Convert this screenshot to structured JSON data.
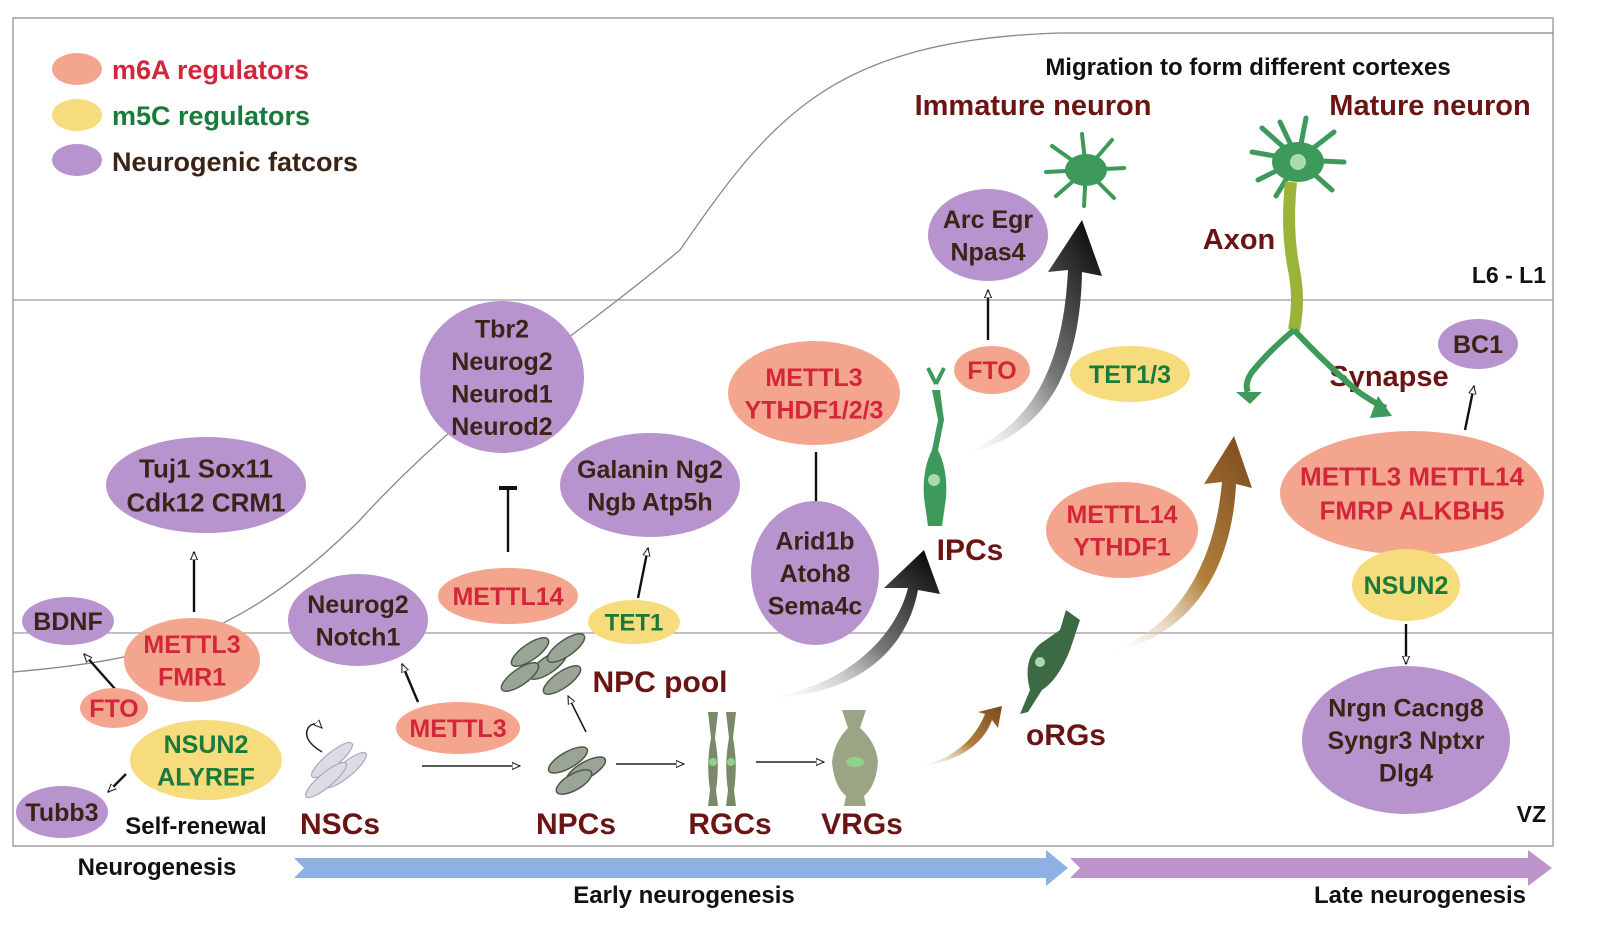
{
  "colors": {
    "m6a_fill": "#f4a58e",
    "m5c_fill": "#f6dc7c",
    "neuro_fill": "#b894cf",
    "m6a_text": "#d3263a",
    "m5c_text": "#1a7a3c",
    "neuro_text": "#3a2418",
    "title_text": "#6b1414",
    "early_arrow": "#8fb0e2",
    "late_arrow": "#bf94cc",
    "dark_arrow": "#111111",
    "brown_arrow": "#8a5a24",
    "neuron_green": "#3e9a5a",
    "axon_green": "#9ab43a"
  },
  "legend": [
    {
      "label": "m6A regulators",
      "kind": "m6a"
    },
    {
      "label": "m5C regulators",
      "kind": "m5c"
    },
    {
      "label": "Neurogenic fatcors",
      "kind": "neuro"
    }
  ],
  "layers": {
    "top": "L6 - L1",
    "bottom": "VZ"
  },
  "headers": {
    "migration": "Migration to form different cortexes",
    "immature": "Immature neuron",
    "mature": "Mature neuron",
    "axon": "Axon",
    "synapse": "Synapse"
  },
  "cells": {
    "self_renewal": "Self-renewal",
    "nscs": "NSCs",
    "npcs": "NPCs",
    "rgcs": "RGCs",
    "vrgs": "VRGs",
    "ipcs": "IPCs",
    "orgs": "oRGs",
    "npc_pool": "NPC pool"
  },
  "ovals": [
    {
      "id": "bdnf",
      "kind": "neuro",
      "lines": [
        "BDNF"
      ]
    },
    {
      "id": "tuj1",
      "kind": "neuro",
      "lines": [
        "Tuj1 Sox11",
        "Cdk12 CRM1"
      ]
    },
    {
      "id": "mettl3-fmr1",
      "kind": "m6a",
      "lines": [
        "METTL3",
        "FMR1"
      ]
    },
    {
      "id": "fto-left",
      "kind": "m6a",
      "lines": [
        "FTO"
      ]
    },
    {
      "id": "nsun2-alyref",
      "kind": "m5c",
      "lines": [
        "NSUN2",
        "ALYREF"
      ]
    },
    {
      "id": "tubb3",
      "kind": "neuro",
      "lines": [
        "Tubb3"
      ]
    },
    {
      "id": "neurog2-notch1",
      "kind": "neuro",
      "lines": [
        "Neurog2",
        "Notch1"
      ]
    },
    {
      "id": "mettl3-mid",
      "kind": "m6a",
      "lines": [
        "METTL3"
      ]
    },
    {
      "id": "tbr2",
      "kind": "neuro",
      "lines": [
        "Tbr2",
        "Neurog2",
        "Neurod1",
        "Neurod2"
      ]
    },
    {
      "id": "mettl14-mid",
      "kind": "m6a",
      "lines": [
        "METTL14"
      ]
    },
    {
      "id": "galanin",
      "kind": "neuro",
      "lines": [
        "Galanin Ng2",
        "Ngb Atp5h"
      ]
    },
    {
      "id": "tet1",
      "kind": "m5c",
      "lines": [
        "TET1"
      ]
    },
    {
      "id": "mettl3-ythdf",
      "kind": "m6a",
      "lines": [
        "METTL3",
        "YTHDF1/2/3"
      ]
    },
    {
      "id": "arid1b",
      "kind": "neuro",
      "lines": [
        "Arid1b",
        "Atoh8",
        "Sema4c"
      ]
    },
    {
      "id": "arc-egr",
      "kind": "neuro",
      "lines": [
        "Arc Egr",
        "Npas4"
      ]
    },
    {
      "id": "fto-right",
      "kind": "m6a",
      "lines": [
        "FTO"
      ]
    },
    {
      "id": "tet13",
      "kind": "m5c",
      "lines": [
        "TET1/3"
      ]
    },
    {
      "id": "mettl14-ythdf1",
      "kind": "m6a",
      "lines": [
        "METTL14",
        "YTHDF1"
      ]
    },
    {
      "id": "bc1",
      "kind": "neuro",
      "lines": [
        "BC1"
      ]
    },
    {
      "id": "mettl3-mettl14",
      "kind": "m6a",
      "lines": [
        "METTL3 METTL14",
        "FMRP ALKBH5"
      ]
    },
    {
      "id": "nsun2-right",
      "kind": "m5c",
      "lines": [
        "NSUN2"
      ]
    },
    {
      "id": "nrgn",
      "kind": "neuro",
      "lines": [
        "Nrgn Cacng8",
        "Syngr3 Nptxr",
        "Dlg4"
      ]
    }
  ],
  "bottom": {
    "neurogenesis": "Neurogenesis",
    "early": "Early neurogenesis",
    "late": "Late neurogenesis"
  }
}
